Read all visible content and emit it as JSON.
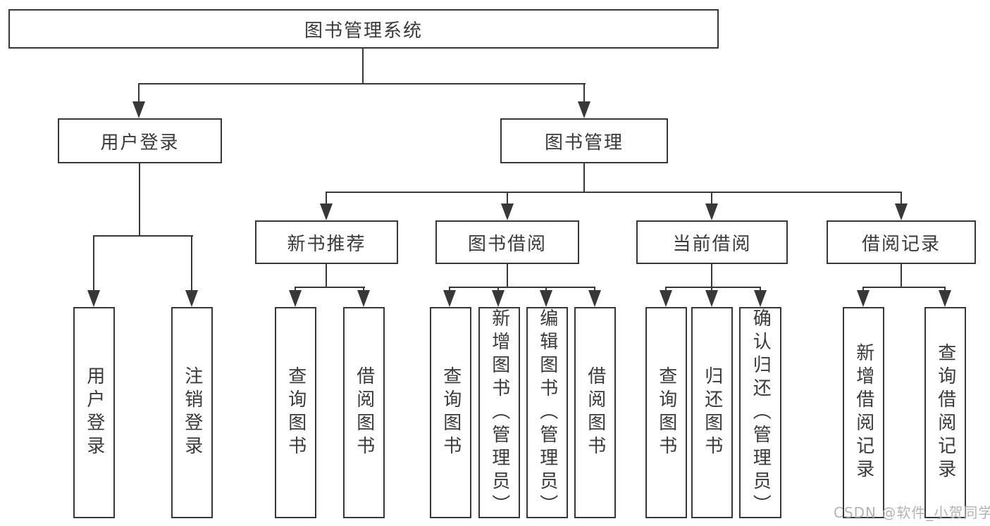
{
  "nodes": {
    "root": "图书管理系统",
    "user_login": "用户登录",
    "book_mgmt": "图书管理",
    "new_book": "新书推荐",
    "book_borrow": "图书借阅",
    "current_borrow": "当前借阅",
    "borrow_record": "借阅记录"
  },
  "leaves": {
    "user_login": [
      "用户登录",
      "注销登录"
    ],
    "new_book": [
      "查询图书",
      "借阅图书"
    ],
    "book_borrow": [
      "查询图书",
      "新增图书（管理员）",
      "编辑图书（管理员）",
      "借阅图书"
    ],
    "current_borrow": [
      "查询图书",
      "归还图书",
      "确认归还（管理员）"
    ],
    "borrow_record": [
      "新增借阅记录",
      "查询借阅记录"
    ]
  },
  "watermark": "CSDN @软件_小贺同学",
  "colors": {
    "line": "#383838",
    "text": "#3a3a3a",
    "watermark": "#b3b3b3",
    "background": "#ffffff"
  }
}
